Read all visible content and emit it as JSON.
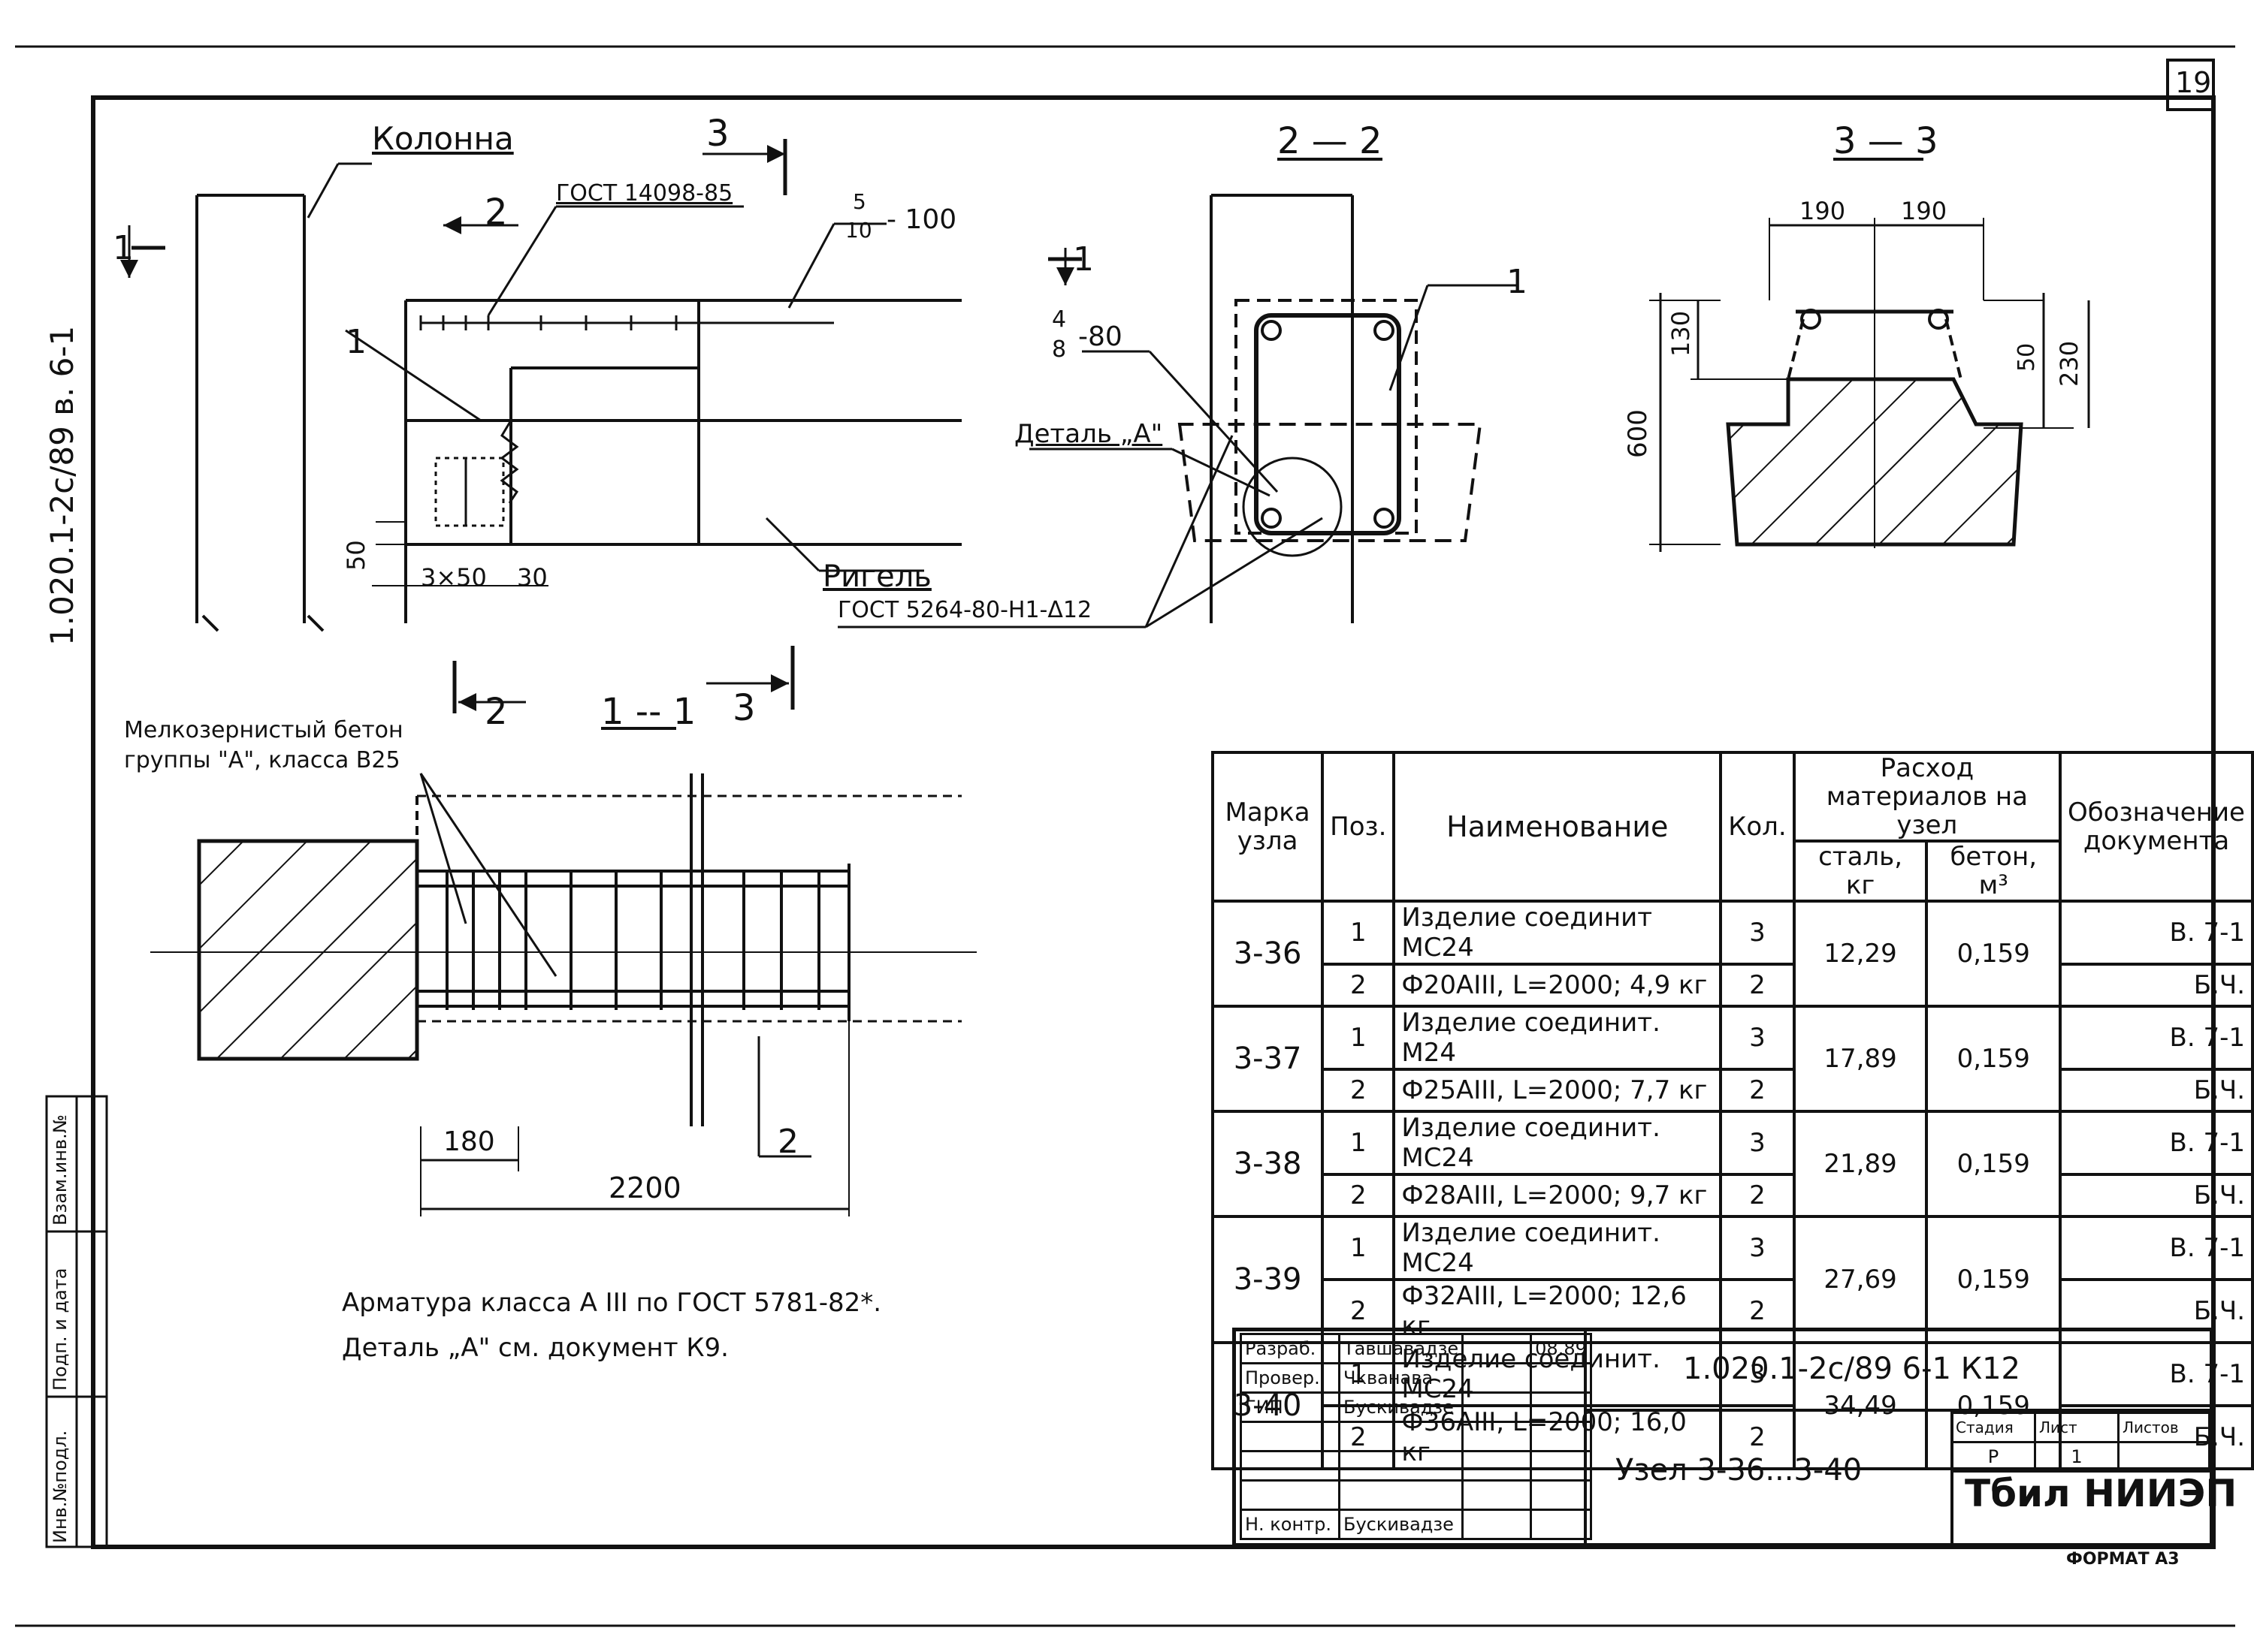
{
  "page_number": "19",
  "side_code": "1.020.1-2с/89 в. 6-1",
  "left_stamp": [
    "Инв.№подл.",
    "Подп. и дата",
    "Взам.инв.№"
  ],
  "views": {
    "main": {
      "column_label": "Колонна",
      "gost_mesh": "ГОСТ 14098-85",
      "weld_label_top": "5",
      "weld_label_bottom": "10",
      "weld_label_suffix": "- 100",
      "riser_label": "Ригель",
      "gost_weld": "ГОСТ 5264-80-Н1-Δ12",
      "cut_2": "2",
      "cut_3": "3",
      "cut_1": "1",
      "pos1": "1",
      "dim_50": "50",
      "dim_3x50": "3×50",
      "dim_30": "30"
    },
    "section_22": {
      "title": "2 — 2",
      "weld_top": "4",
      "weld_bottom": "8",
      "weld_suffix": "-80",
      "detail": "Деталь „А\"",
      "pos1": "1",
      "cut_1": "1"
    },
    "section_33": {
      "title": "3 — 3",
      "dim_190a": "190",
      "dim_190b": "190",
      "dim_130": "130",
      "dim_50": "50",
      "dim_230": "230",
      "dim_600": "600"
    },
    "section_11": {
      "title": "1 -- 1",
      "concrete_l1": "Мелкозернистый бетон",
      "concrete_l2": "группы \"А\", класса В25",
      "cut_2": "2",
      "cut_3": "3",
      "cut_2b": "2",
      "dim_180": "180",
      "dim_2200": "2200"
    }
  },
  "notes": [
    "Арматура класса А III по ГОСТ 5781-82*.",
    "Деталь „А\" см. документ К9."
  ],
  "spec_table": {
    "headers": {
      "mark": "Марка узла",
      "pos": "Поз.",
      "name": "Наименование",
      "qty": "Кол.",
      "consumption": "Расход материалов на узел",
      "steel": "сталь, кг",
      "concrete": "бетон, м³",
      "doc": "Обозначение документа"
    },
    "rows": [
      {
        "mark": "3-36",
        "items": [
          {
            "pos": "1",
            "name": "Изделие соединит МС24",
            "qty": "3",
            "doc": "В. 7-1"
          },
          {
            "pos": "2",
            "name": "Ф20АIII, L=2000; 4,9 кг",
            "qty": "2",
            "doc": "Б.Ч."
          }
        ],
        "steel": "12,29",
        "concrete": "0,159"
      },
      {
        "mark": "3-37",
        "items": [
          {
            "pos": "1",
            "name": "Изделие соединит. М24",
            "qty": "3",
            "doc": "В. 7-1"
          },
          {
            "pos": "2",
            "name": "Ф25АIII, L=2000; 7,7 кг",
            "qty": "2",
            "doc": "Б.Ч."
          }
        ],
        "steel": "17,89",
        "concrete": "0,159"
      },
      {
        "mark": "3-38",
        "items": [
          {
            "pos": "1",
            "name": "Изделие соединит. МС24",
            "qty": "3",
            "doc": "В. 7-1"
          },
          {
            "pos": "2",
            "name": "Ф28АIII, L=2000; 9,7 кг",
            "qty": "2",
            "doc": "Б.Ч."
          }
        ],
        "steel": "21,89",
        "concrete": "0,159"
      },
      {
        "mark": "3-39",
        "items": [
          {
            "pos": "1",
            "name": "Изделие соединит. МС24",
            "qty": "3",
            "doc": "В. 7-1"
          },
          {
            "pos": "2",
            "name": "Ф32АIII, L=2000; 12,6 кг",
            "qty": "2",
            "doc": "Б.Ч."
          }
        ],
        "steel": "27,69",
        "concrete": "0,159"
      },
      {
        "mark": "3-40",
        "items": [
          {
            "pos": "1",
            "name": "Изделие соединит. МС24",
            "qty": "3",
            "doc": "В. 7-1"
          },
          {
            "pos": "2",
            "name": "Ф36АIII, L=2000; 16,0 кг",
            "qty": "2",
            "doc": "Б.Ч."
          }
        ],
        "steel": "34,49",
        "concrete": "0,159"
      }
    ]
  },
  "title_block": {
    "roles": [
      {
        "role": "Разраб.",
        "name": "Тавшавадзе",
        "date": "08.89"
      },
      {
        "role": "Провер.",
        "name": "Чкванава",
        "date": ""
      },
      {
        "role": "ГИП",
        "name": "Бускивадзе",
        "date": ""
      },
      {
        "role": "",
        "name": "",
        "date": ""
      },
      {
        "role": "",
        "name": "",
        "date": ""
      },
      {
        "role": "",
        "name": "",
        "date": ""
      },
      {
        "role": "Н. контр.",
        "name": "Бускивадзе",
        "date": ""
      }
    ],
    "code": "1.020.1-2с/89   6-1  К12",
    "node_title": "Узел 3-36...3-40",
    "stage_hdr": "Стадия",
    "sheet_hdr": "Лист",
    "sheets_hdr": "Листов",
    "stage": "Р",
    "sheet": "1",
    "org": "Тбил НИИЭП",
    "format": "ФОРМАТ А3"
  }
}
